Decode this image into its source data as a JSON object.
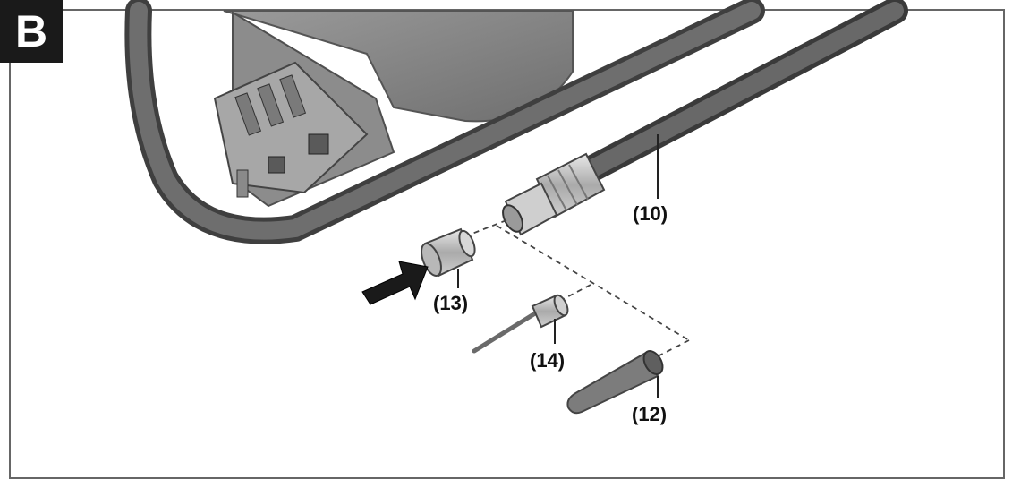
{
  "figure": {
    "badge": "B",
    "parts": [
      {
        "id": "hose",
        "label": "(10)"
      },
      {
        "id": "adapter",
        "label": "(13)"
      },
      {
        "id": "needle",
        "label": "(14)"
      },
      {
        "id": "cone-nozzle",
        "label": "(12)"
      }
    ]
  },
  "colors": {
    "badge_bg": "#1a1a1a",
    "hose": "#5a5a5a",
    "part": "#9a9a9a",
    "body": "#8a8a8a"
  }
}
